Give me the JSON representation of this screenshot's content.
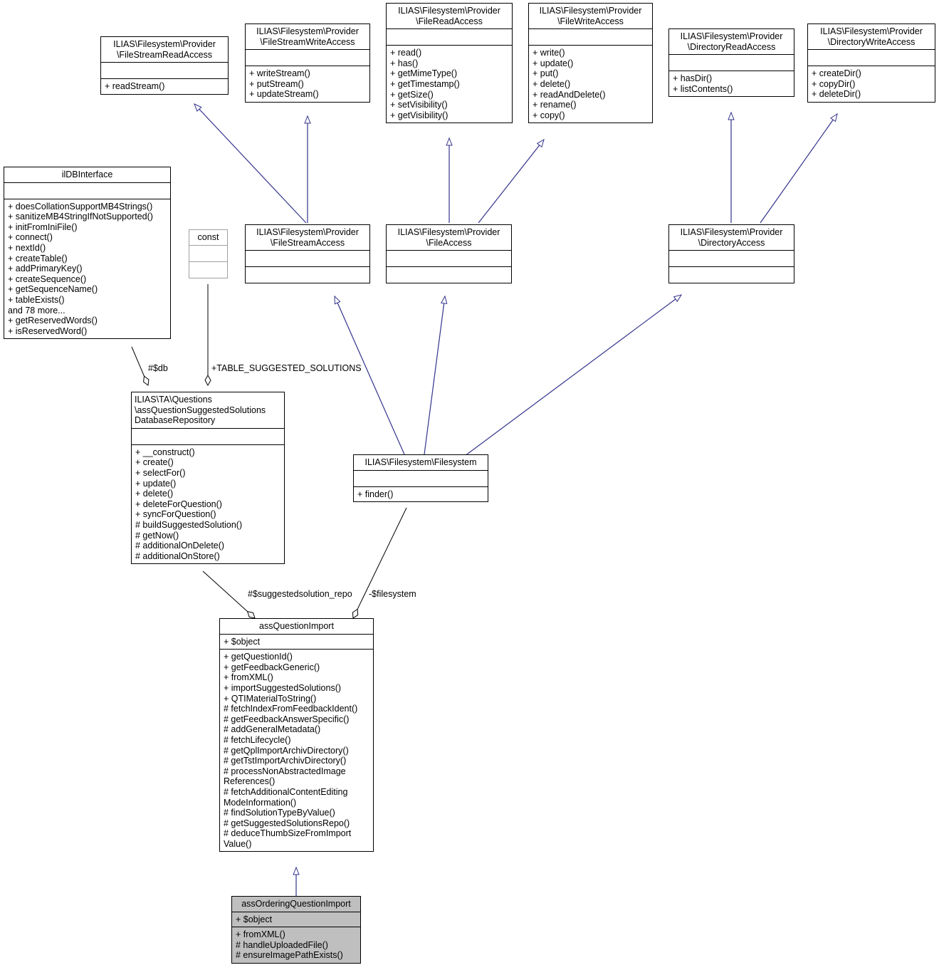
{
  "diagram": {
    "title": "assOrderingQuestionImport class inheritance and collaboration diagram",
    "inherit_color": "#33338c",
    "assoc_color": "#000000",
    "highlight_fill": "#bfbfbf"
  },
  "classes": {
    "fileStreamReadAccess": {
      "name": "ILIAS\\Filesystem\\Provider\n\\FileStreamReadAccess",
      "attributes": [],
      "methods": [
        "+ readStream()"
      ]
    },
    "fileStreamWriteAccess": {
      "name": "ILIAS\\Filesystem\\Provider\n\\FileStreamWriteAccess",
      "attributes": [],
      "methods": [
        "+ writeStream()",
        "+ putStream()",
        "+ updateStream()"
      ]
    },
    "fileReadAccess": {
      "name": "ILIAS\\Filesystem\\Provider\n\\FileReadAccess",
      "attributes": [],
      "methods": [
        "+ read()",
        "+ has()",
        "+ getMimeType()",
        "+ getTimestamp()",
        "+ getSize()",
        "+ setVisibility()",
        "+ getVisibility()"
      ]
    },
    "fileWriteAccess": {
      "name": "ILIAS\\Filesystem\\Provider\n\\FileWriteAccess",
      "attributes": [],
      "methods": [
        "+ write()",
        "+ update()",
        "+ put()",
        "+ delete()",
        "+ readAndDelete()",
        "+ rename()",
        "+ copy()"
      ]
    },
    "directoryReadAccess": {
      "name": "ILIAS\\Filesystem\\Provider\n\\DirectoryReadAccess",
      "attributes": [],
      "methods": [
        "+ hasDir()",
        "+ listContents()"
      ]
    },
    "directoryWriteAccess": {
      "name": "ILIAS\\Filesystem\\Provider\n\\DirectoryWriteAccess",
      "attributes": [],
      "methods": [
        "+ createDir()",
        "+ copyDir()",
        "+ deleteDir()"
      ]
    },
    "ilDBInterface": {
      "name": "ilDBInterface",
      "attributes": [],
      "methods": [
        "+ doesCollationSupportMB4Strings()",
        "+ sanitizeMB4StringIfNotSupported()",
        "+ initFromIniFile()",
        "+ connect()",
        "+ nextId()",
        "+ createTable()",
        "+ addPrimaryKey()",
        "+ createSequence()",
        "+ getSequenceName()",
        "+ tableExists()",
        "and 78 more...",
        "+ getReservedWords()",
        "+ isReservedWord()"
      ]
    },
    "const": {
      "name": "const",
      "attributes": [],
      "methods": []
    },
    "fileStreamAccess": {
      "name": "ILIAS\\Filesystem\\Provider\n\\FileStreamAccess",
      "attributes": [],
      "methods": []
    },
    "fileAccess": {
      "name": "ILIAS\\Filesystem\\Provider\n\\FileAccess",
      "attributes": [],
      "methods": []
    },
    "directoryAccess": {
      "name": "ILIAS\\Filesystem\\Provider\n\\DirectoryAccess",
      "attributes": [],
      "methods": []
    },
    "suggestedSolutionsRepo": {
      "name": "ILIAS\\TA\\Questions\n\\assQuestionSuggestedSolutions\nDatabaseRepository",
      "attributes": [],
      "methods": [
        "+ __construct()",
        "+ create()",
        "+ selectFor()",
        "+ update()",
        "+ delete()",
        "+ deleteForQuestion()",
        "+ syncForQuestion()",
        "# buildSuggestedSolution()",
        "# getNow()",
        "# additionalOnDelete()",
        "# additionalOnStore()"
      ]
    },
    "filesystem": {
      "name": "ILIAS\\Filesystem\\Filesystem",
      "attributes": [],
      "methods": [
        "+ finder()"
      ]
    },
    "assQuestionImport": {
      "name": "assQuestionImport",
      "attributes": [
        "+ $object"
      ],
      "methods": [
        "+ getQuestionId()",
        "+ getFeedbackGeneric()",
        "+ fromXML()",
        "+ importSuggestedSolutions()",
        "+ QTIMaterialToString()",
        "# fetchIndexFromFeedbackIdent()",
        "# getFeedbackAnswerSpecific()",
        "# addGeneralMetadata()",
        "# fetchLifecycle()",
        "# getQplImportArchivDirectory()",
        "# getTstImportArchivDirectory()",
        "# processNonAbstractedImage\nReferences()",
        "# fetchAdditionalContentEditing\nModeInformation()",
        "# findSolutionTypeByValue()",
        "# getSuggestedSolutionsRepo()",
        "# deduceThumbSizeFromImport\nValue()"
      ]
    },
    "assOrderingQuestionImport": {
      "name": "assOrderingQuestionImport",
      "attributes": [
        "+ $object"
      ],
      "methods": [
        "+ fromXML()",
        "# handleUploadedFile()",
        "# ensureImagePathExists()"
      ]
    }
  },
  "edge_labels": {
    "db": "#$db",
    "table_suggested_solutions": "+TABLE_SUGGESTED_SOLUTIONS",
    "suggestedsolution_repo": "#$suggestedsolution_repo",
    "filesystem": "-$filesystem"
  }
}
